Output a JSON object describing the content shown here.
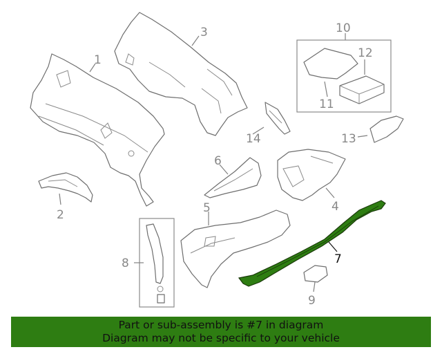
{
  "callouts": {
    "c1": "1",
    "c2": "2",
    "c3": "3",
    "c4": "4",
    "c5": "5",
    "c6": "6",
    "c7": "7",
    "c8": "8",
    "c9": "9",
    "c10": "10",
    "c11": "11",
    "c12": "12",
    "c13": "13",
    "c14": "14"
  },
  "highlight": {
    "part": "7",
    "color": "#2e7d12"
  },
  "banner": {
    "line1": "Part or sub-assembly is #7 in diagram",
    "line2": "Diagram may not be specific to your vehicle",
    "background": "#2e7d12"
  }
}
